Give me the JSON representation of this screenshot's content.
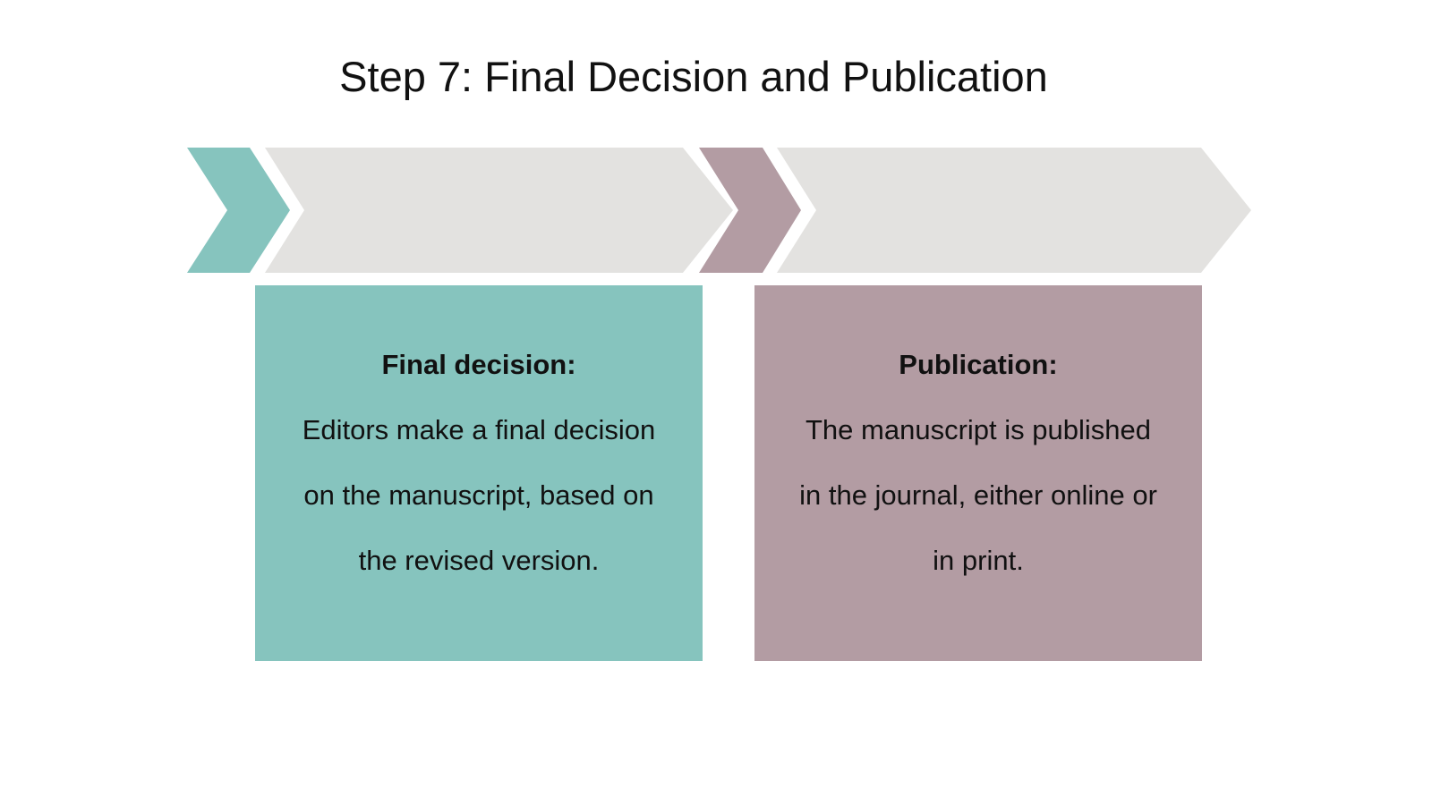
{
  "title": "Step 7: Final Decision and Publication",
  "colors": {
    "teal": "#86C4BE",
    "mauve": "#B39CA3",
    "gray": "#E3E2E0"
  },
  "steps": [
    {
      "heading": "Final decision:",
      "text": "Editors make a final decision on the manuscript, based on the revised version."
    },
    {
      "heading": "Publication:",
      "text": "The manuscript is published in the journal, either online or in print."
    }
  ]
}
